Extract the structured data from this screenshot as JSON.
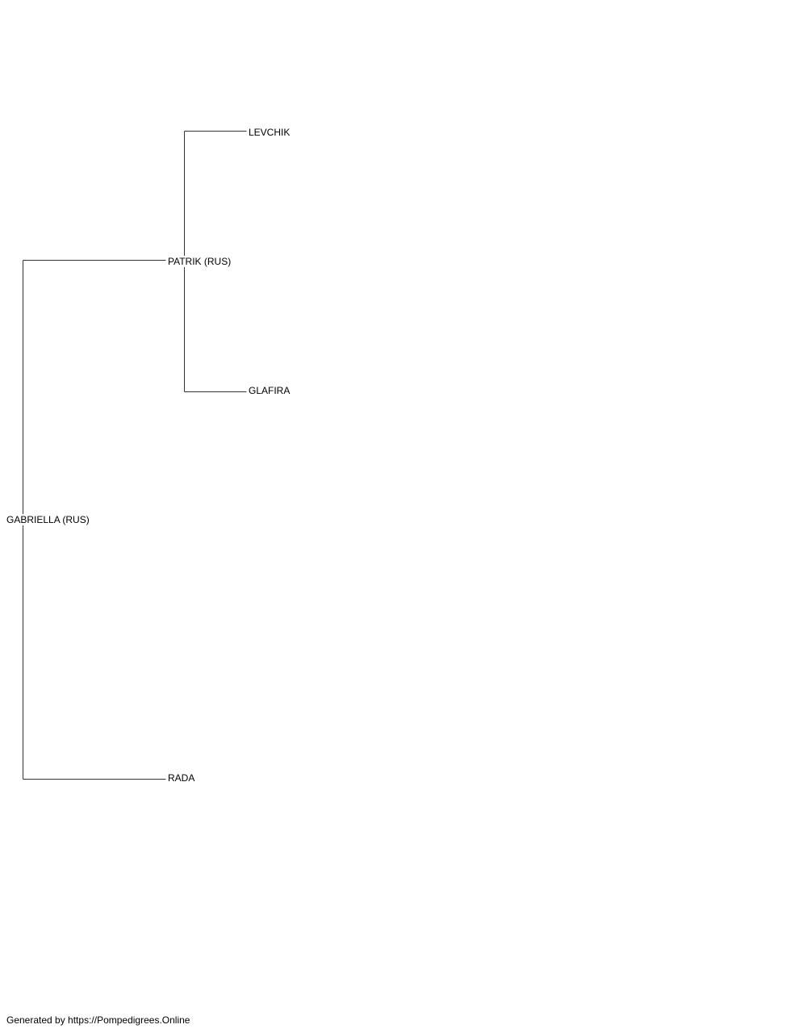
{
  "pedigree": {
    "subject": "GABRIELLA (RUS)",
    "sire": "PATRIK (RUS)",
    "dam": "RADA",
    "sire_sire": "LEVCHIK",
    "sire_dam": "GLAFIRA"
  },
  "footer": {
    "text": "Generated by https://Pompedigrees.Online"
  },
  "colors": {
    "line": "#333333",
    "text": "#000000",
    "background": "#ffffff"
  }
}
